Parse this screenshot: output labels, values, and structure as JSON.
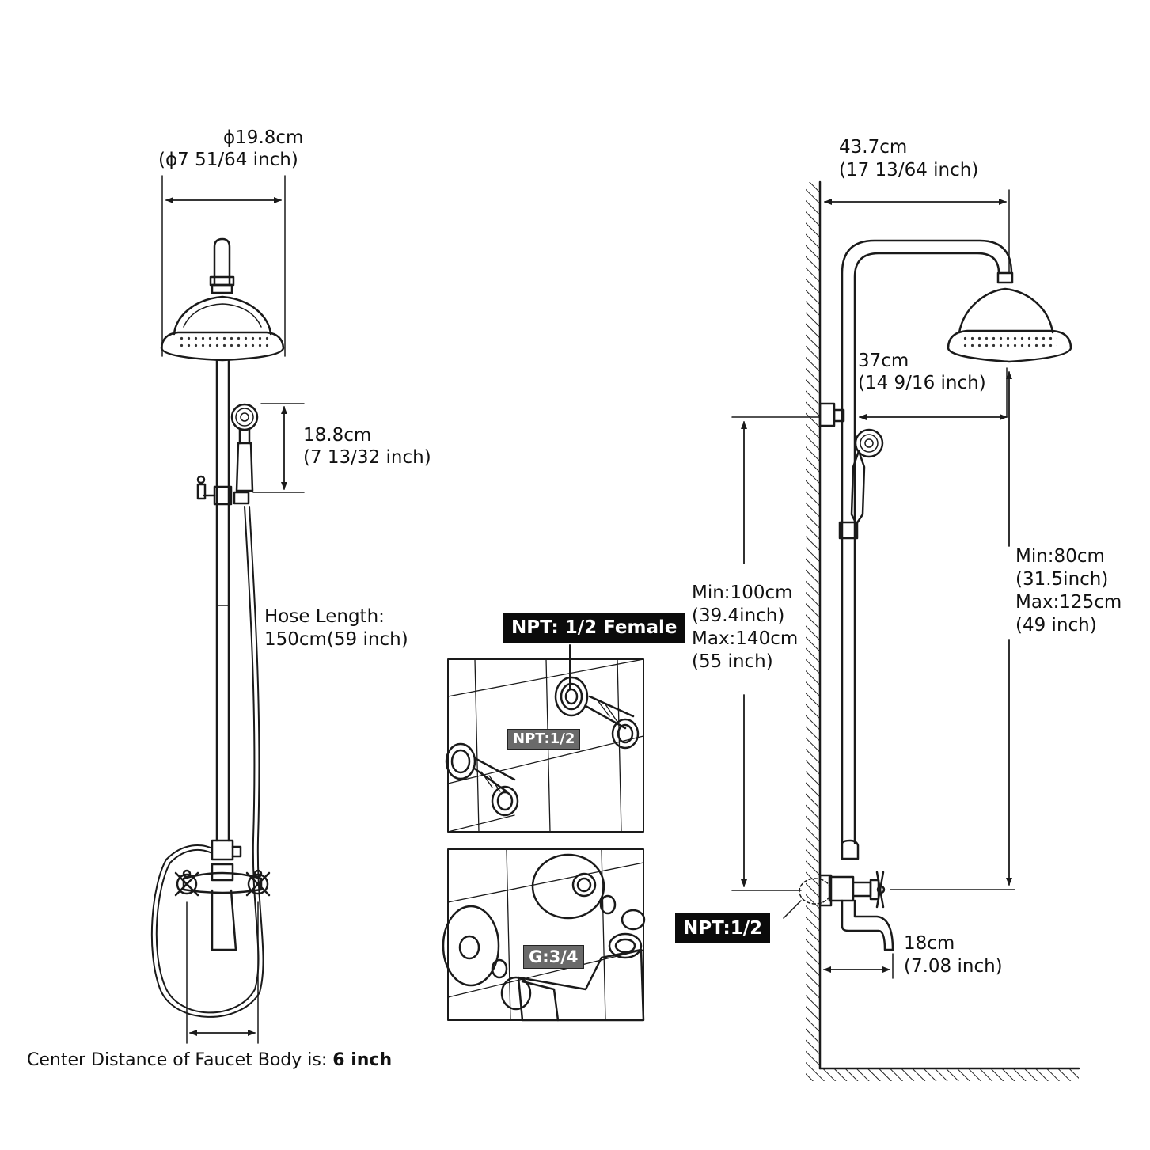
{
  "left_view": {
    "head_diameter": [
      "ϕ19.8cm",
      "(ϕ7 51/64 inch)"
    ],
    "handset_length": [
      "18.8cm",
      "(7 13/32 inch)"
    ],
    "hose": [
      "Hose Length:",
      "150cm(59 inch)"
    ],
    "center_distance": {
      "prefix": "Center Distance of Faucet Body is: ",
      "value": "6 inch"
    }
  },
  "connector_insets": {
    "top_callout": "NPT: 1/2 Female",
    "top_inner": "NPT:1/2",
    "bottom_inner": "G:3/4"
  },
  "side_view": {
    "arm_reach": [
      "43.7cm",
      "(17 13/64 inch)"
    ],
    "bracket_to_head": [
      "37cm",
      "(14 9/16 inch)"
    ],
    "mount_height": [
      "Min:100cm",
      "(39.4inch)",
      "Max:140cm",
      "(55 inch)"
    ],
    "head_height": [
      "Min:80cm",
      "(31.5inch)",
      "Max:125cm",
      "(49 inch)"
    ],
    "inlet": "NPT:1/2",
    "spout": [
      "18cm",
      "(7.08 inch)"
    ]
  },
  "colors": {
    "line": "#1a1a1a",
    "tag_bg": "#0b0b0b",
    "tag_gray": "#6a6a6a"
  }
}
